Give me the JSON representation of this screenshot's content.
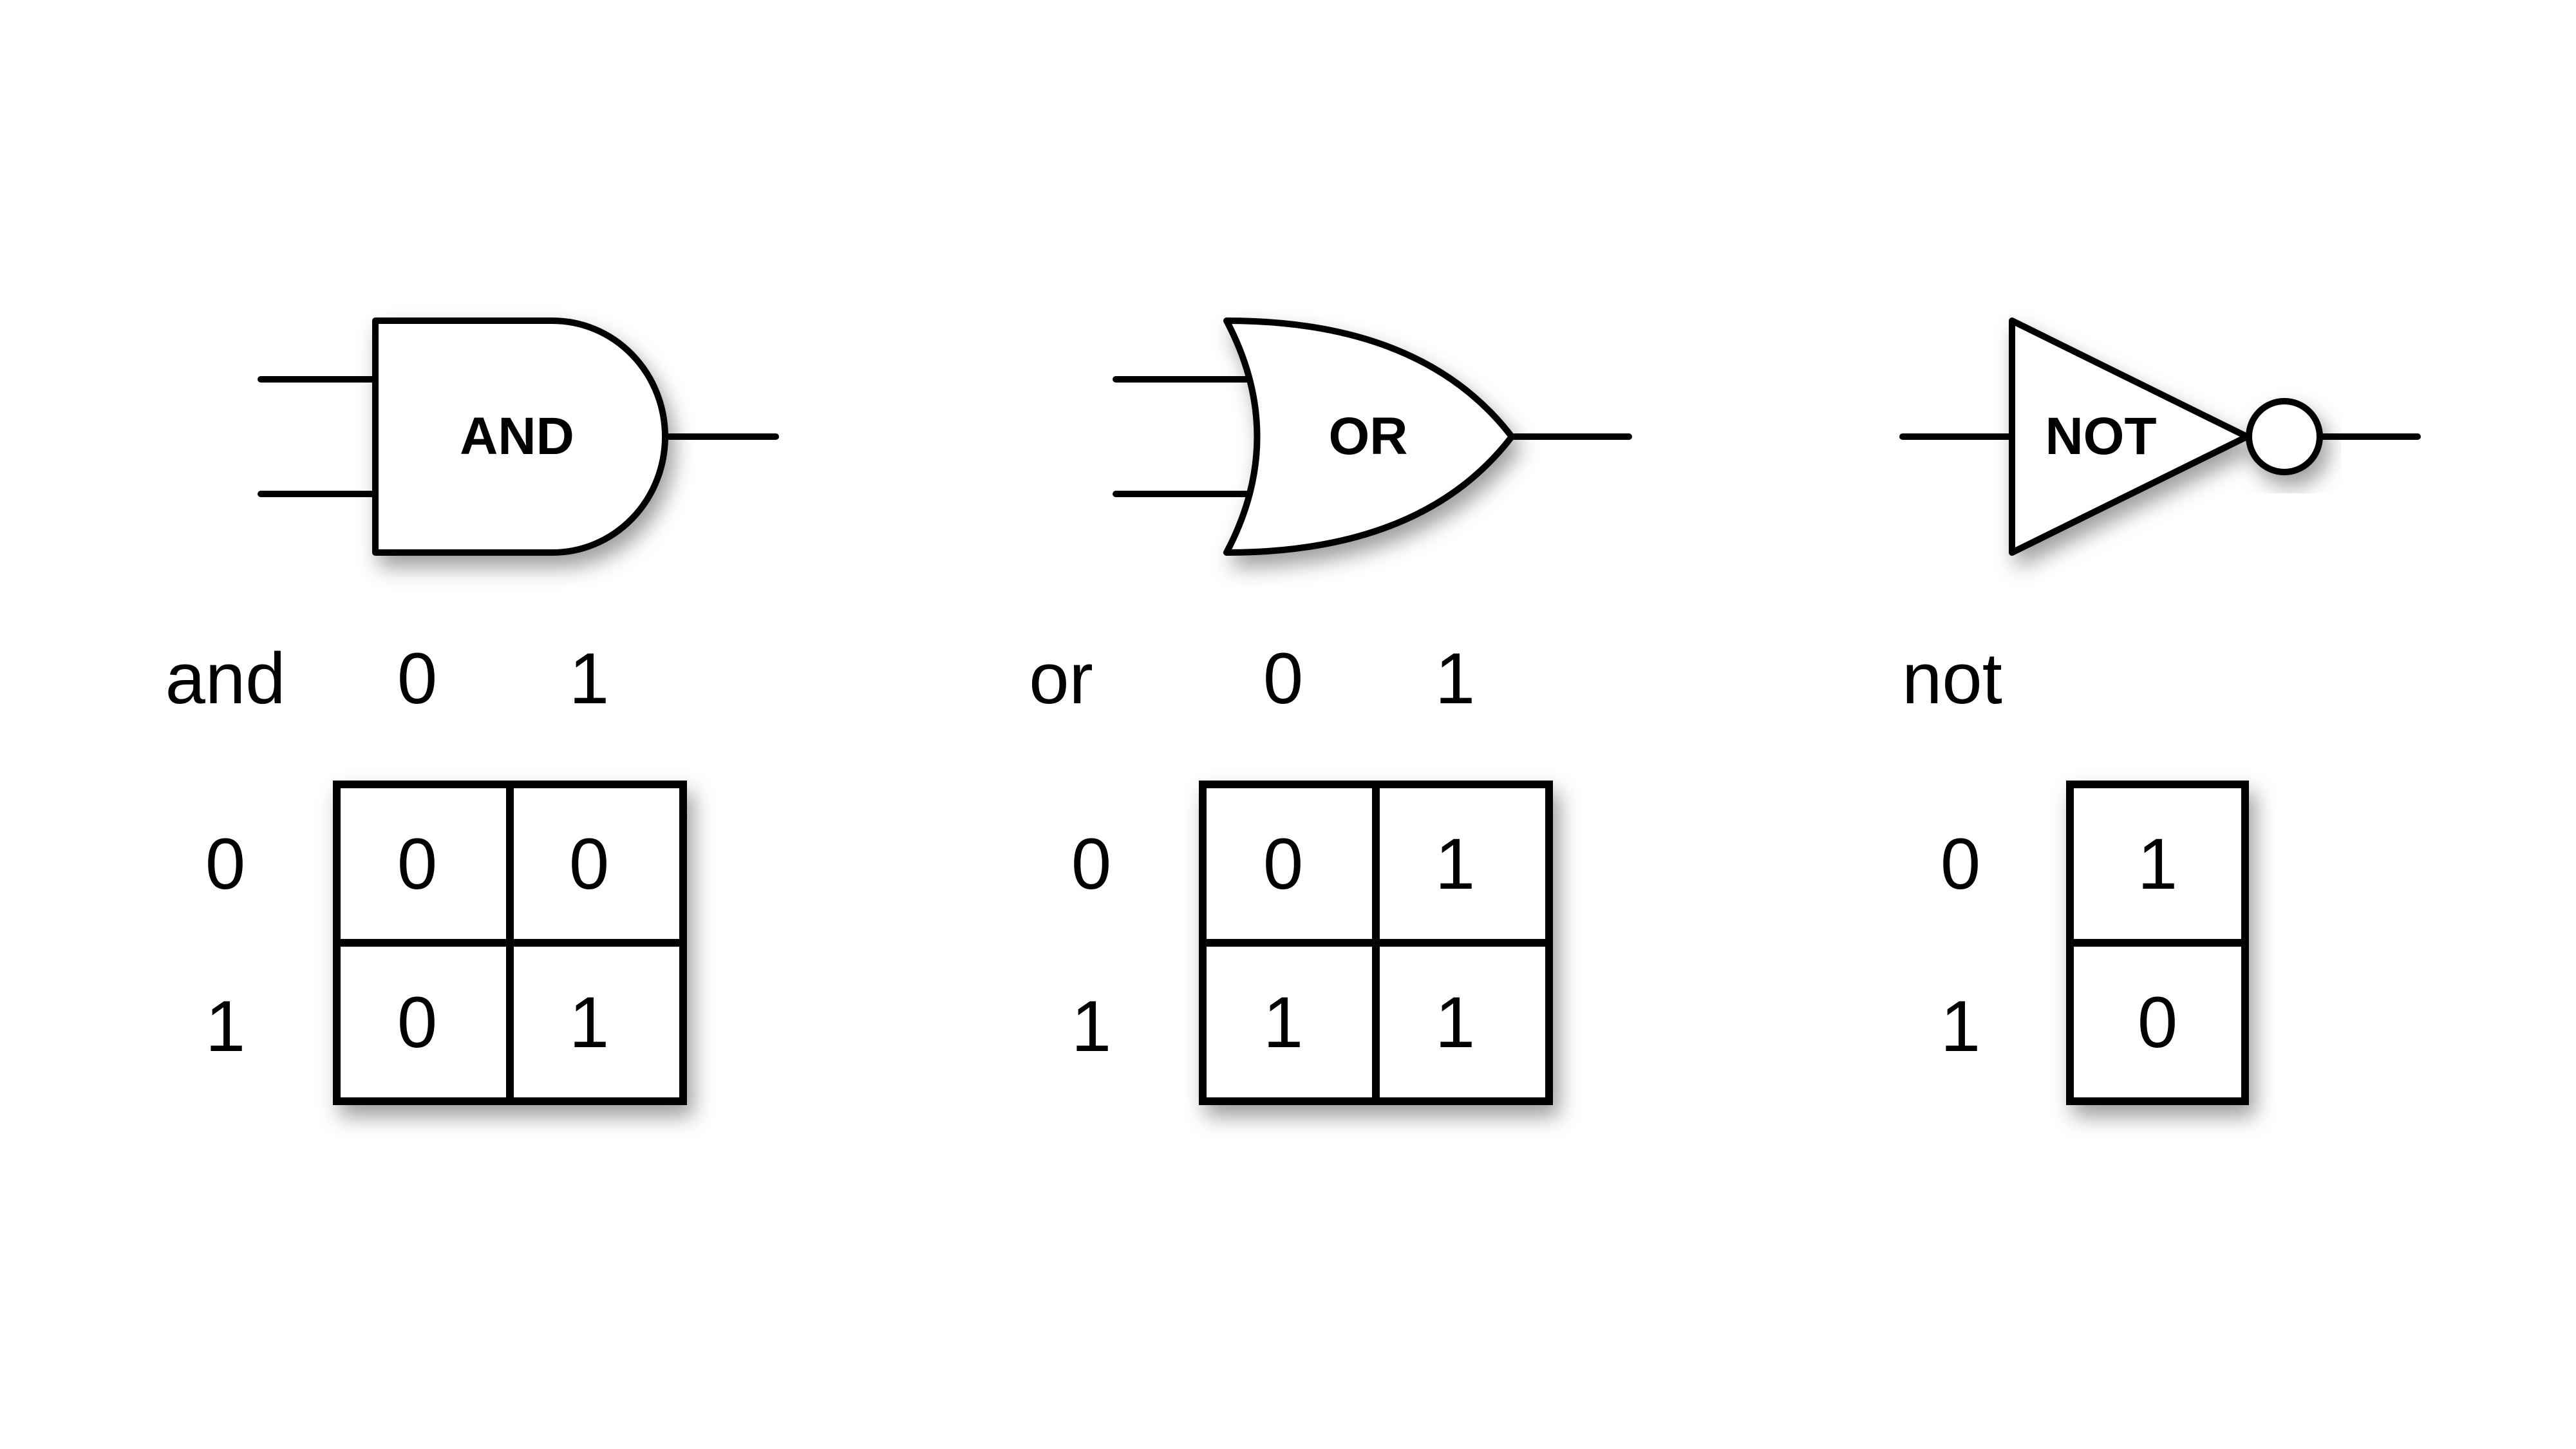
{
  "gates": {
    "and": {
      "symbol_label": "AND",
      "table_title": "and",
      "col_headers": [
        "0",
        "1"
      ],
      "row_headers": [
        "0",
        "1"
      ],
      "cells": [
        [
          "0",
          "0"
        ],
        [
          "0",
          "1"
        ]
      ]
    },
    "or": {
      "symbol_label": "OR",
      "table_title": "or",
      "col_headers": [
        "0",
        "1"
      ],
      "row_headers": [
        "0",
        "1"
      ],
      "cells": [
        [
          "0",
          "1"
        ],
        [
          "1",
          "1"
        ]
      ]
    },
    "not": {
      "symbol_label": "NOT",
      "table_title": "not",
      "row_headers": [
        "0",
        "1"
      ],
      "cells": [
        [
          "1"
        ],
        [
          "0"
        ]
      ]
    }
  }
}
